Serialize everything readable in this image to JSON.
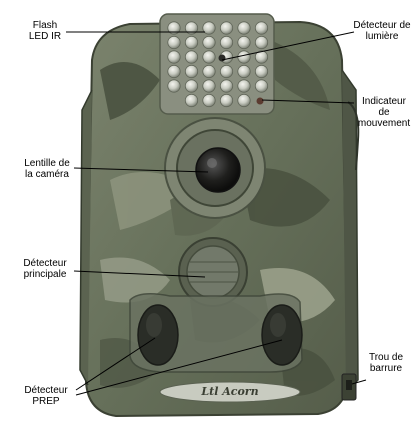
{
  "labels": {
    "flash": [
      "Flash",
      "LED IR"
    ],
    "light_sensor": [
      "Détecteur de",
      "lumière"
    ],
    "motion_indicator": [
      "Indicateur",
      "de",
      "mouvement"
    ],
    "lens": [
      "Lentille de",
      "la caméra"
    ],
    "main_sensor": [
      "Détecteur",
      "principale"
    ],
    "prep_sensor": [
      "Détecteur",
      "PREP"
    ],
    "lock_hole": [
      "Trou de",
      "barrure"
    ]
  },
  "brand": "Ltl Acorn",
  "colors": {
    "camo_base": "#6d7560",
    "camo_dark": "#3e4536",
    "camo_light": "#9aa08a",
    "lens_dark": "#1c1c1a"
  }
}
